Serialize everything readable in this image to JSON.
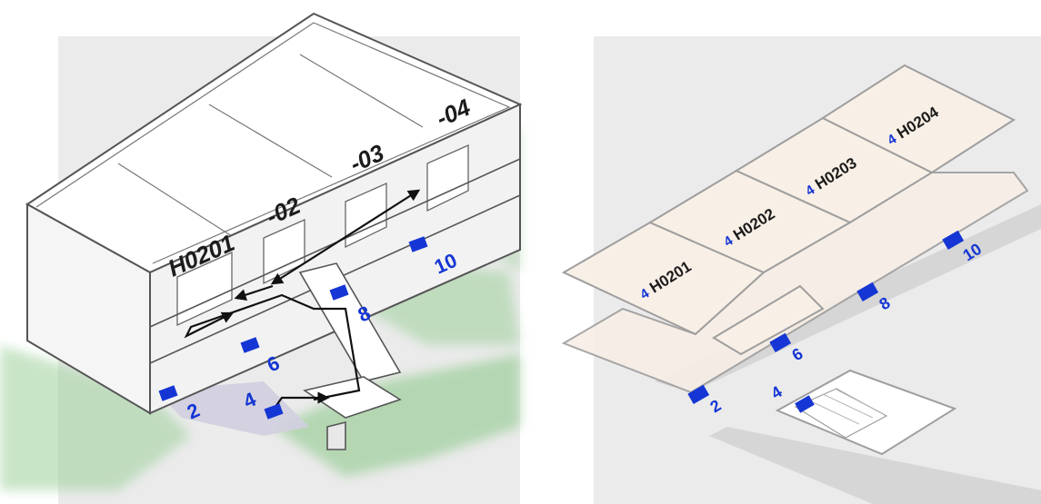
{
  "sketch": {
    "unit_labels": [
      "H0201",
      "-02",
      "-03",
      "-04"
    ],
    "entrances": [
      "2",
      "4",
      "6",
      "8",
      "10"
    ]
  },
  "plan": {
    "units": [
      {
        "floor": "4",
        "code": "H0201"
      },
      {
        "floor": "4",
        "code": "H0202"
      },
      {
        "floor": "4",
        "code": "H0203"
      },
      {
        "floor": "4",
        "code": "H0204"
      }
    ],
    "entrances": [
      "2",
      "4",
      "6",
      "8",
      "10"
    ]
  },
  "colors": {
    "marker": "#1536d4",
    "unit_fill": "#f8efe6",
    "walkway": "#d2cfe0",
    "lawn": "#9ccf9a",
    "panel_bg": "#ebebeb"
  }
}
